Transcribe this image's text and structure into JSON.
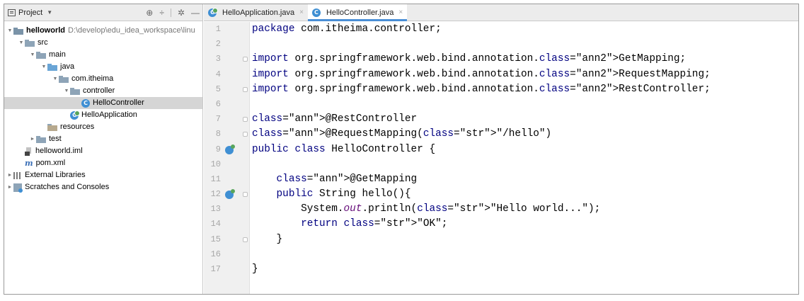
{
  "project_panel": {
    "title": "Project",
    "tree": [
      {
        "indent": 0,
        "arrow": "▼",
        "icon": "module-folder",
        "label": "helloworld",
        "bold": true,
        "path": "D:\\develop\\edu_idea_workspace\\linu"
      },
      {
        "indent": 1,
        "arrow": "▼",
        "icon": "folder",
        "label": "src"
      },
      {
        "indent": 2,
        "arrow": "▼",
        "icon": "folder",
        "label": "main"
      },
      {
        "indent": 3,
        "arrow": "▼",
        "icon": "source-folder",
        "label": "java"
      },
      {
        "indent": 4,
        "arrow": "▼",
        "icon": "package-folder",
        "label": "com.itheima"
      },
      {
        "indent": 5,
        "arrow": "▼",
        "icon": "package-folder",
        "label": "controller"
      },
      {
        "indent": 6,
        "arrow": "",
        "icon": "class",
        "label": "HelloController",
        "selected": true
      },
      {
        "indent": 5,
        "arrow": "",
        "icon": "app-class",
        "label": "HelloApplication"
      },
      {
        "indent": 3,
        "arrow": "",
        "icon": "resources-folder",
        "label": "resources"
      },
      {
        "indent": 2,
        "arrow": "►",
        "icon": "folder",
        "label": "test"
      },
      {
        "indent": 1,
        "arrow": "",
        "icon": "iml-file",
        "label": "helloworld.iml"
      },
      {
        "indent": 1,
        "arrow": "",
        "icon": "maven-pom",
        "label": "pom.xml"
      },
      {
        "indent": 0,
        "arrow": "►",
        "icon": "libraries",
        "label": "External Libraries"
      },
      {
        "indent": 0,
        "arrow": "►",
        "icon": "scratches",
        "label": "Scratches and Consoles"
      }
    ]
  },
  "tabs": [
    {
      "label": "HelloApplication.java",
      "active": false
    },
    {
      "label": "HelloController.java",
      "active": true
    }
  ],
  "code_lines": [
    {
      "n": "1",
      "text": "package com.itheima.controller;"
    },
    {
      "n": "2",
      "text": ""
    },
    {
      "n": "3",
      "text": "import org.springframework.web.bind.annotation.GetMapping;"
    },
    {
      "n": "4",
      "text": "import org.springframework.web.bind.annotation.RequestMapping;"
    },
    {
      "n": "5",
      "text": "import org.springframework.web.bind.annotation.RestController;"
    },
    {
      "n": "6",
      "text": ""
    },
    {
      "n": "7",
      "text": "@RestController"
    },
    {
      "n": "8",
      "text": "@RequestMapping(\"/hello\")"
    },
    {
      "n": "9",
      "text": "public class HelloController {"
    },
    {
      "n": "10",
      "text": ""
    },
    {
      "n": "11",
      "text": "    @GetMapping"
    },
    {
      "n": "12",
      "text": "    public String hello(){"
    },
    {
      "n": "13",
      "text": "        System.out.println(\"Hello world...\");"
    },
    {
      "n": "14",
      "text": "        return \"OK\";"
    },
    {
      "n": "15",
      "text": "    }"
    },
    {
      "n": "16",
      "text": ""
    },
    {
      "n": "17",
      "text": "}"
    }
  ],
  "colors": {
    "keyword": "#000080",
    "string": "#008000",
    "annotation": "#808000",
    "import_class": "#cc7832",
    "selection": "#d5d5d5",
    "tab_underline": "#4a8fd6"
  }
}
